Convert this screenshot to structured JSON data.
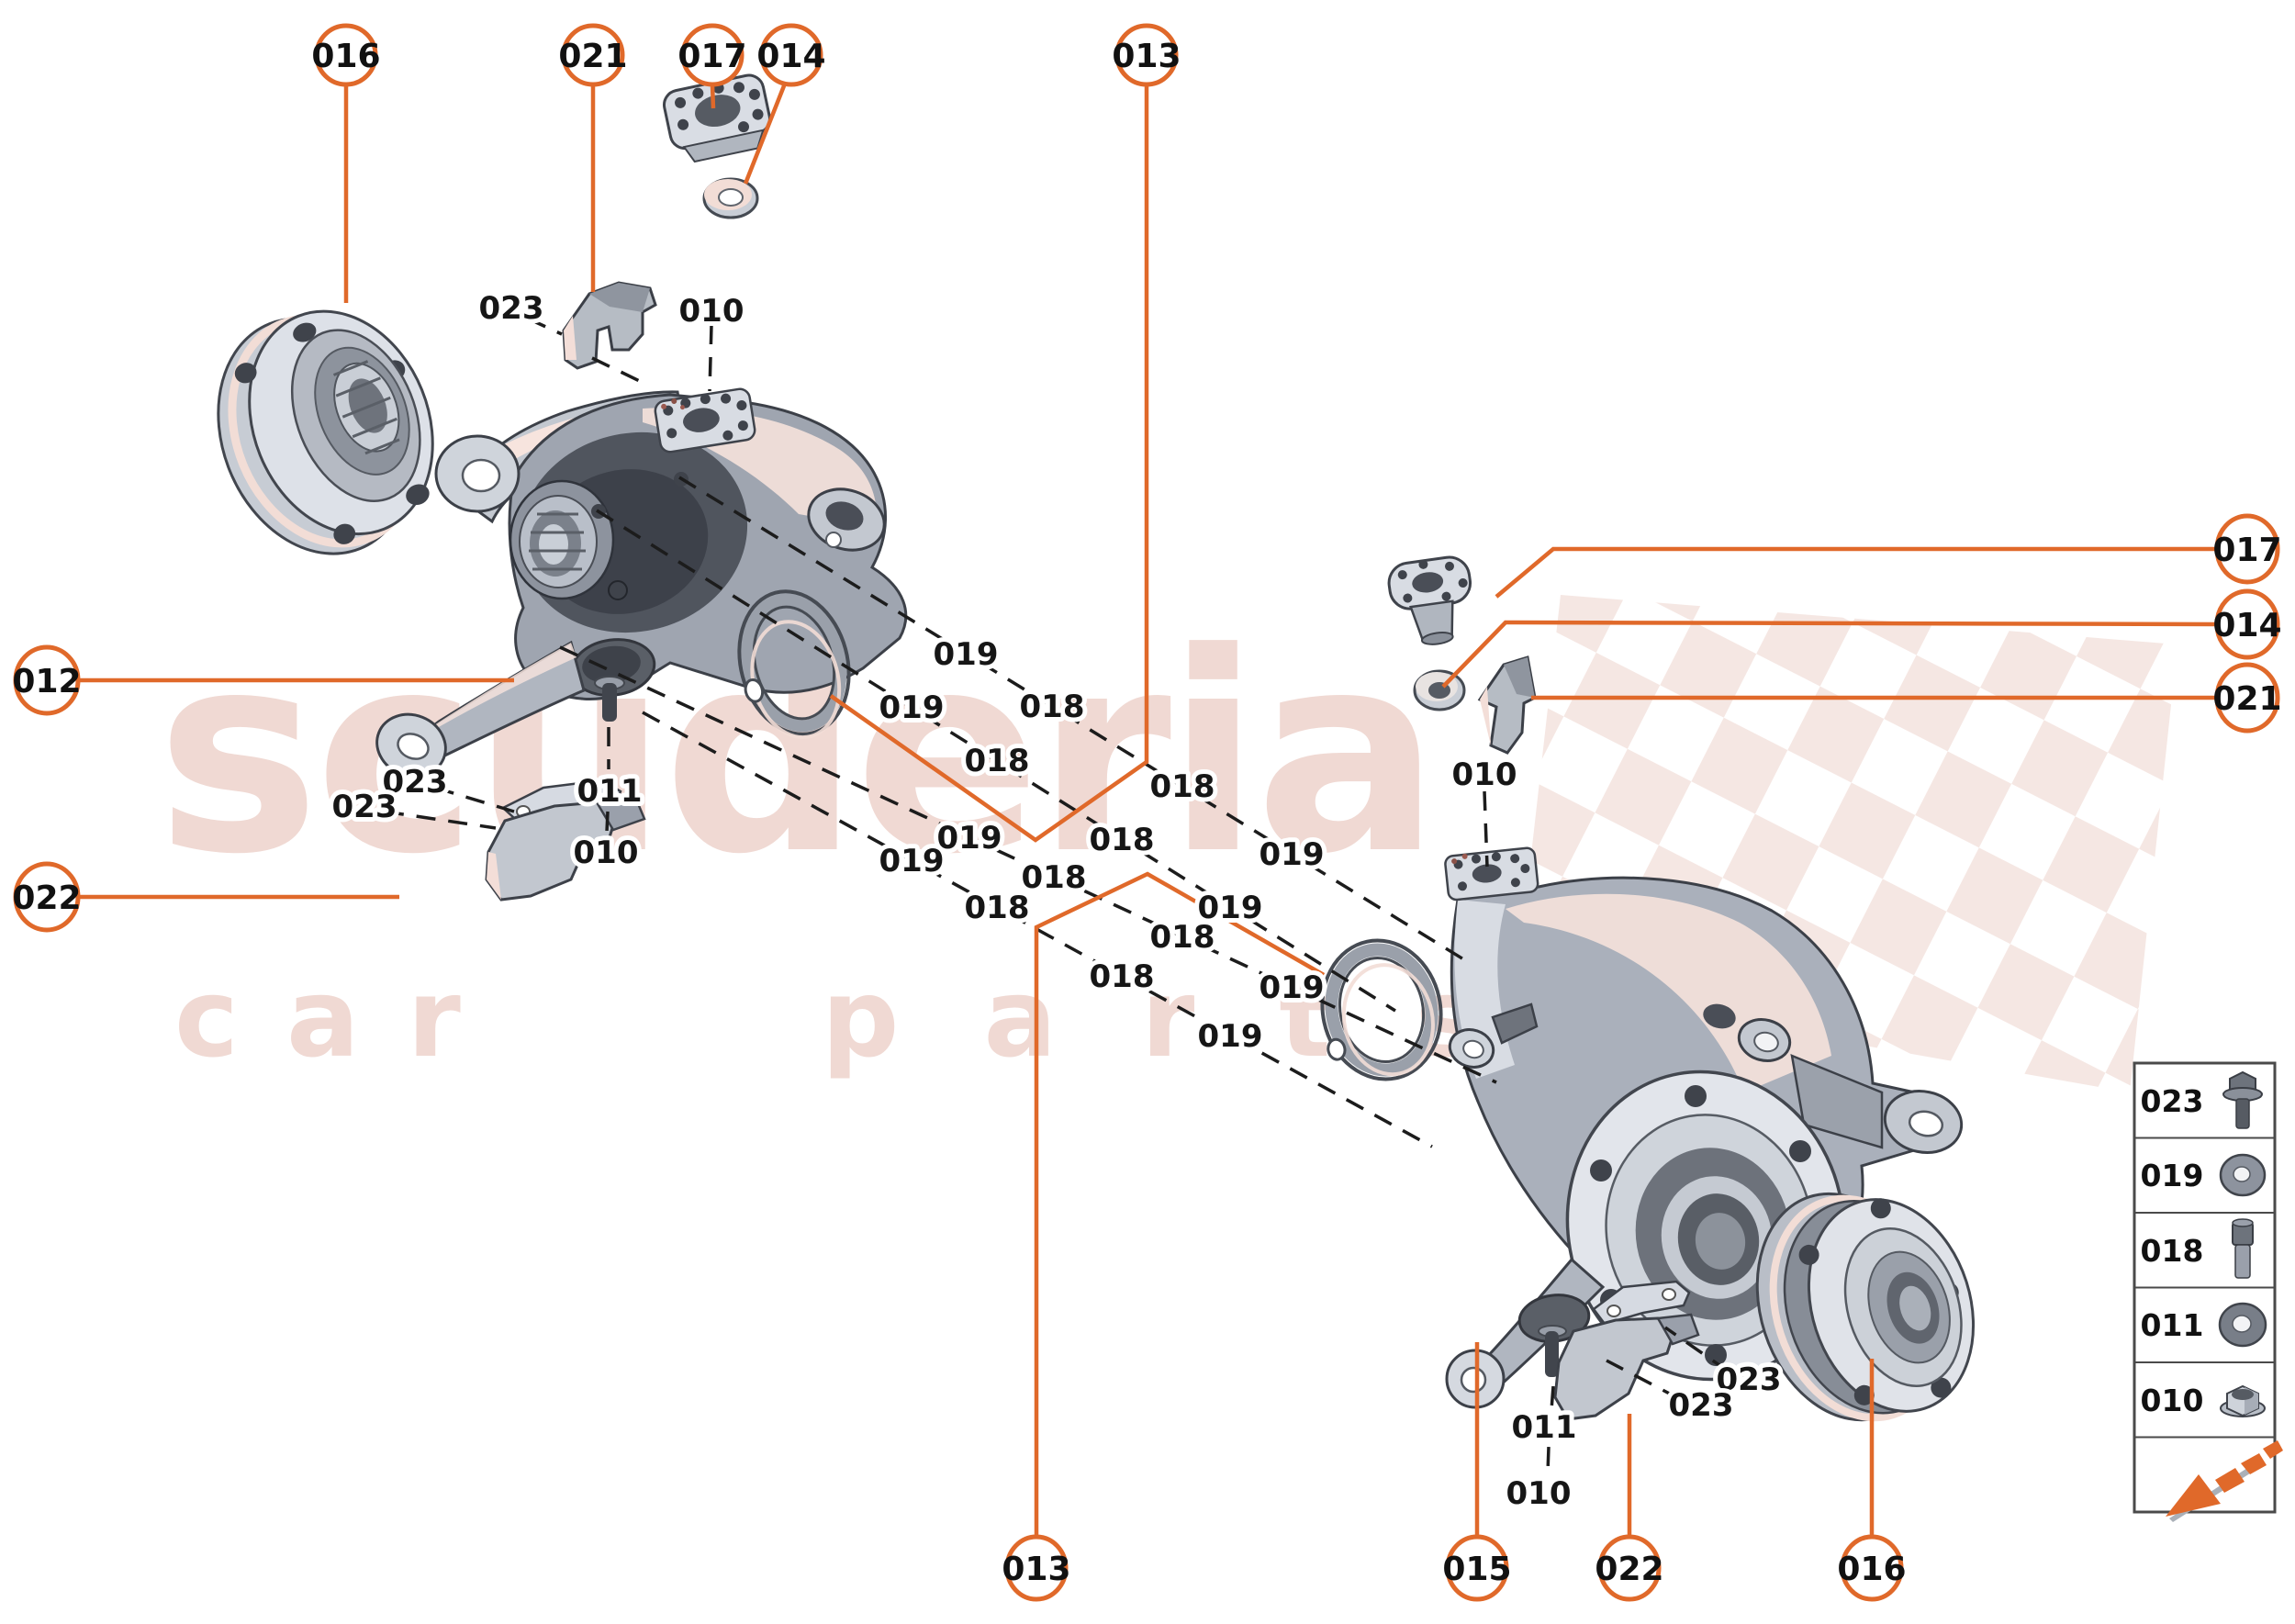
{
  "diagram": {
    "title": "exploded parts diagram - wheel knuckle and hub assembly",
    "colors": {
      "accent_orange": "#e0692a",
      "label_text": "#161616",
      "watermark_pink": "#f0d9d3",
      "checker_pink": "#f3e1dc",
      "part_light": "#dde1e8",
      "part_mid": "#aab0bb",
      "part_dark": "#4a4e57",
      "legend_border": "#4a4a4a"
    },
    "watermark": {
      "brand": "scuderia",
      "tagline_word1": "car",
      "tagline_word2": "parts"
    },
    "callouts": [
      {
        "label": "016",
        "position": "top"
      },
      {
        "label": "021",
        "position": "top"
      },
      {
        "label": "017",
        "position": "top"
      },
      {
        "label": "014",
        "position": "top"
      },
      {
        "label": "013",
        "position": "top"
      },
      {
        "label": "012",
        "position": "left"
      },
      {
        "label": "022",
        "position": "left"
      },
      {
        "label": "017",
        "position": "right"
      },
      {
        "label": "014",
        "position": "right"
      },
      {
        "label": "021",
        "position": "right"
      },
      {
        "label": "013",
        "position": "bottom"
      },
      {
        "label": "015",
        "position": "bottom"
      },
      {
        "label": "022",
        "position": "bottom"
      },
      {
        "label": "016",
        "position": "bottom"
      }
    ],
    "part_labels": [
      {
        "ref": "023"
      },
      {
        "ref": "010"
      },
      {
        "ref": "023"
      },
      {
        "ref": "023"
      },
      {
        "ref": "011"
      },
      {
        "ref": "010"
      },
      {
        "ref": "019"
      },
      {
        "ref": "018"
      },
      {
        "ref": "018"
      },
      {
        "ref": "019"
      },
      {
        "ref": "019"
      },
      {
        "ref": "018"
      },
      {
        "ref": "018"
      },
      {
        "ref": "019"
      },
      {
        "ref": "019"
      },
      {
        "ref": "018"
      },
      {
        "ref": "018"
      },
      {
        "ref": "019"
      },
      {
        "ref": "019"
      },
      {
        "ref": "018"
      },
      {
        "ref": "018"
      },
      {
        "ref": "019"
      },
      {
        "ref": "010"
      },
      {
        "ref": "023"
      },
      {
        "ref": "023"
      },
      {
        "ref": "011"
      },
      {
        "ref": "010"
      }
    ],
    "legend": {
      "rows": [
        {
          "code": "023",
          "icon": "flange-bolt-icon"
        },
        {
          "code": "019",
          "icon": "washer-icon"
        },
        {
          "code": "018",
          "icon": "cap-bolt-icon"
        },
        {
          "code": "011",
          "icon": "washer-icon"
        },
        {
          "code": "010",
          "icon": "flange-nut-icon"
        }
      ],
      "footer_icon": "direction-arrow-icon"
    }
  }
}
